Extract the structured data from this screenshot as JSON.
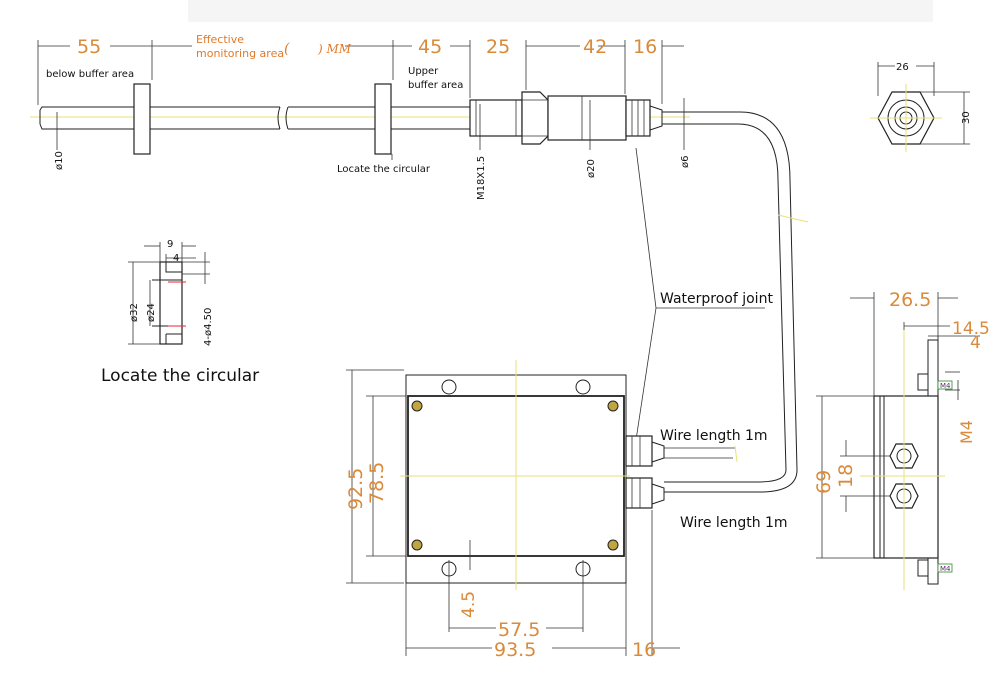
{
  "colors": {
    "dimension": "#d98a3a",
    "centerline": "#e8e27a",
    "outline": "#222222",
    "label": "#111111"
  },
  "sensor": {
    "dim_55": "55",
    "effective_area_label_1": "Effective",
    "effective_area_label_2": "monitoring area",
    "paren_open": "(",
    "paren_close": ") MM",
    "dim_45": "45",
    "dim_25": "25",
    "dim_42": "42",
    "dim_16": "16",
    "below_buffer": "below buffer area",
    "upper_buffer_1": "Upper",
    "upper_buffer_2": "buffer area",
    "phi10": "ø10",
    "m18": "M18X1.5",
    "phi20": "ø20",
    "phi6": "ø6",
    "locate_circular": "Locate the circular"
  },
  "hex_view": {
    "dim_26": "26",
    "dim_30": "30"
  },
  "flange": {
    "dim_9": "9",
    "dim_4": "4",
    "phi32": "ø32",
    "phi24": "ø24",
    "holes": "4-ø4.50",
    "caption": "Locate the circular"
  },
  "labels": {
    "waterproof": "Waterproof joint",
    "wire_top": "Wire length 1m",
    "wire_bottom": "Wire length 1m"
  },
  "box": {
    "dim_92_5": "92.5",
    "dim_78_5": "78.5",
    "dim_4_5": "4.5",
    "dim_57_5": "57.5",
    "dim_93_5": "93.5",
    "dim_16": "16"
  },
  "side_view": {
    "dim_26_5": "26.5",
    "dim_14_5": "14.5",
    "dim_4": "4",
    "m4_text": "M4",
    "dim_69": "69",
    "dim_18": "18",
    "tag_m4": "M4"
  }
}
